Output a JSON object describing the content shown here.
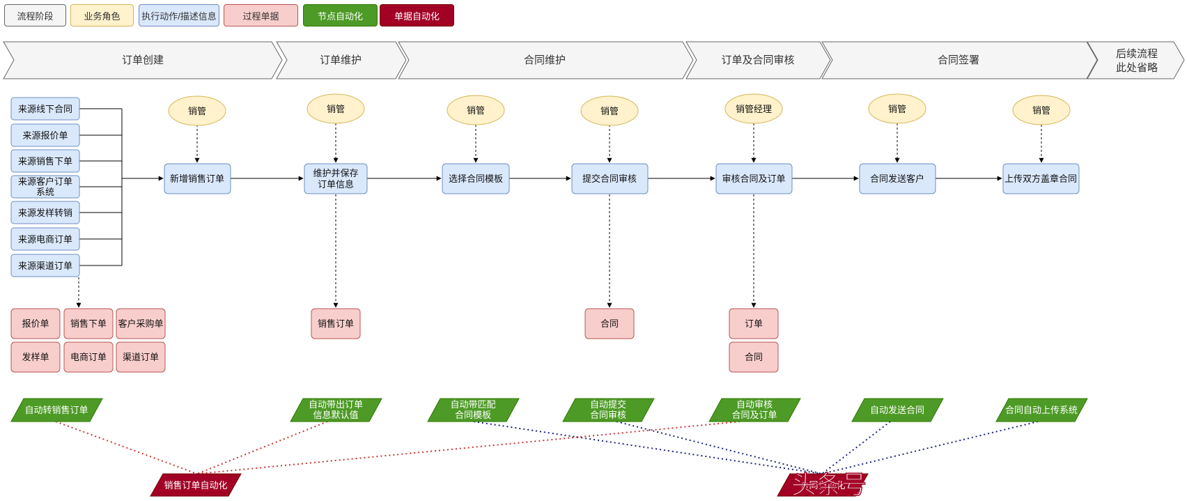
{
  "legend": [
    {
      "label": "流程阶段",
      "fill": "#f5f5f5",
      "stroke": "#666666",
      "text_color": "#333333"
    },
    {
      "label": "业务角色",
      "fill": "#fff2cc",
      "stroke": "#d6b656",
      "text_color": "#333333"
    },
    {
      "label": "执行动作/描述信息",
      "fill": "#dae8fc",
      "stroke": "#6c8ebf",
      "text_color": "#333333"
    },
    {
      "label": "过程单据",
      "fill": "#f8cecc",
      "stroke": "#b85450",
      "text_color": "#333333"
    },
    {
      "label": "节点自动化",
      "fill": "#4d9b26",
      "stroke": "#2d7600",
      "text_color": "#ffffff"
    },
    {
      "label": "单据自动化",
      "fill": "#a20025",
      "stroke": "#6f0000",
      "text_color": "#ffffff"
    }
  ],
  "phases": [
    {
      "label": "订单创建"
    },
    {
      "label": "订单维护"
    },
    {
      "label": "合同维护"
    },
    {
      "label": "订单及合同审核"
    },
    {
      "label": "合同签署"
    },
    {
      "label_line1": "后续流程",
      "label_line2": "此处省略"
    }
  ],
  "sources": [
    {
      "label": "来源线下合同"
    },
    {
      "label": "来源报价单"
    },
    {
      "label": "来源销售下单"
    },
    {
      "label_line1": "来源客户订单",
      "label_line2": "系统"
    },
    {
      "label": "来源发样转销"
    },
    {
      "label": "来源电商订单"
    },
    {
      "label": "来源渠道订单"
    }
  ],
  "roles": [
    {
      "label": "销管"
    },
    {
      "label": "销管"
    },
    {
      "label": "销管"
    },
    {
      "label": "销管"
    },
    {
      "label": "销管经理"
    },
    {
      "label": "销管"
    },
    {
      "label": "销管"
    }
  ],
  "actions": [
    {
      "label": "新增销售订单"
    },
    {
      "label_line1": "维护并保存",
      "label_line2": "订单信息"
    },
    {
      "label": "选择合同模板"
    },
    {
      "label": "提交合同审核"
    },
    {
      "label": "审核合同及订单"
    },
    {
      "label": "合同发送客户"
    },
    {
      "label": "上传双方盖章合同"
    }
  ],
  "documents": [
    {
      "label": "报价单"
    },
    {
      "label": "销售下单"
    },
    {
      "label": "客户采购单"
    },
    {
      "label": "发样单"
    },
    {
      "label": "电商订单"
    },
    {
      "label": "渠道订单"
    },
    {
      "label": "销售订单"
    },
    {
      "label": "合同"
    },
    {
      "label": "订单"
    },
    {
      "label": "合同"
    }
  ],
  "node_automation": [
    {
      "label": "自动转销售订单"
    },
    {
      "label_line1": "自动带出订单",
      "label_line2": "信息默认值"
    },
    {
      "label_line1": "自动带匹配",
      "label_line2": "合同模板"
    },
    {
      "label_line1": "自动提交",
      "label_line2": "合同审核"
    },
    {
      "label_line1": "自动审核",
      "label_line2": "合同及订单"
    },
    {
      "label": "自动发送合同"
    },
    {
      "label": "合同自动上传系统"
    }
  ],
  "doc_automation": [
    {
      "label": "销售订单自动化"
    },
    {
      "label": "合同自动化"
    }
  ],
  "watermark": {
    "text": "头条号"
  },
  "colors": {
    "phase_fill": "#f5f5f5",
    "role_fill": "#fff2cc",
    "action_fill": "#dae8fc",
    "doc_fill": "#f8cecc",
    "node_auto_fill": "#4d9b26",
    "doc_auto_fill": "#a20025",
    "order_link": "#cc3333",
    "contract_link": "#1a237e"
  }
}
